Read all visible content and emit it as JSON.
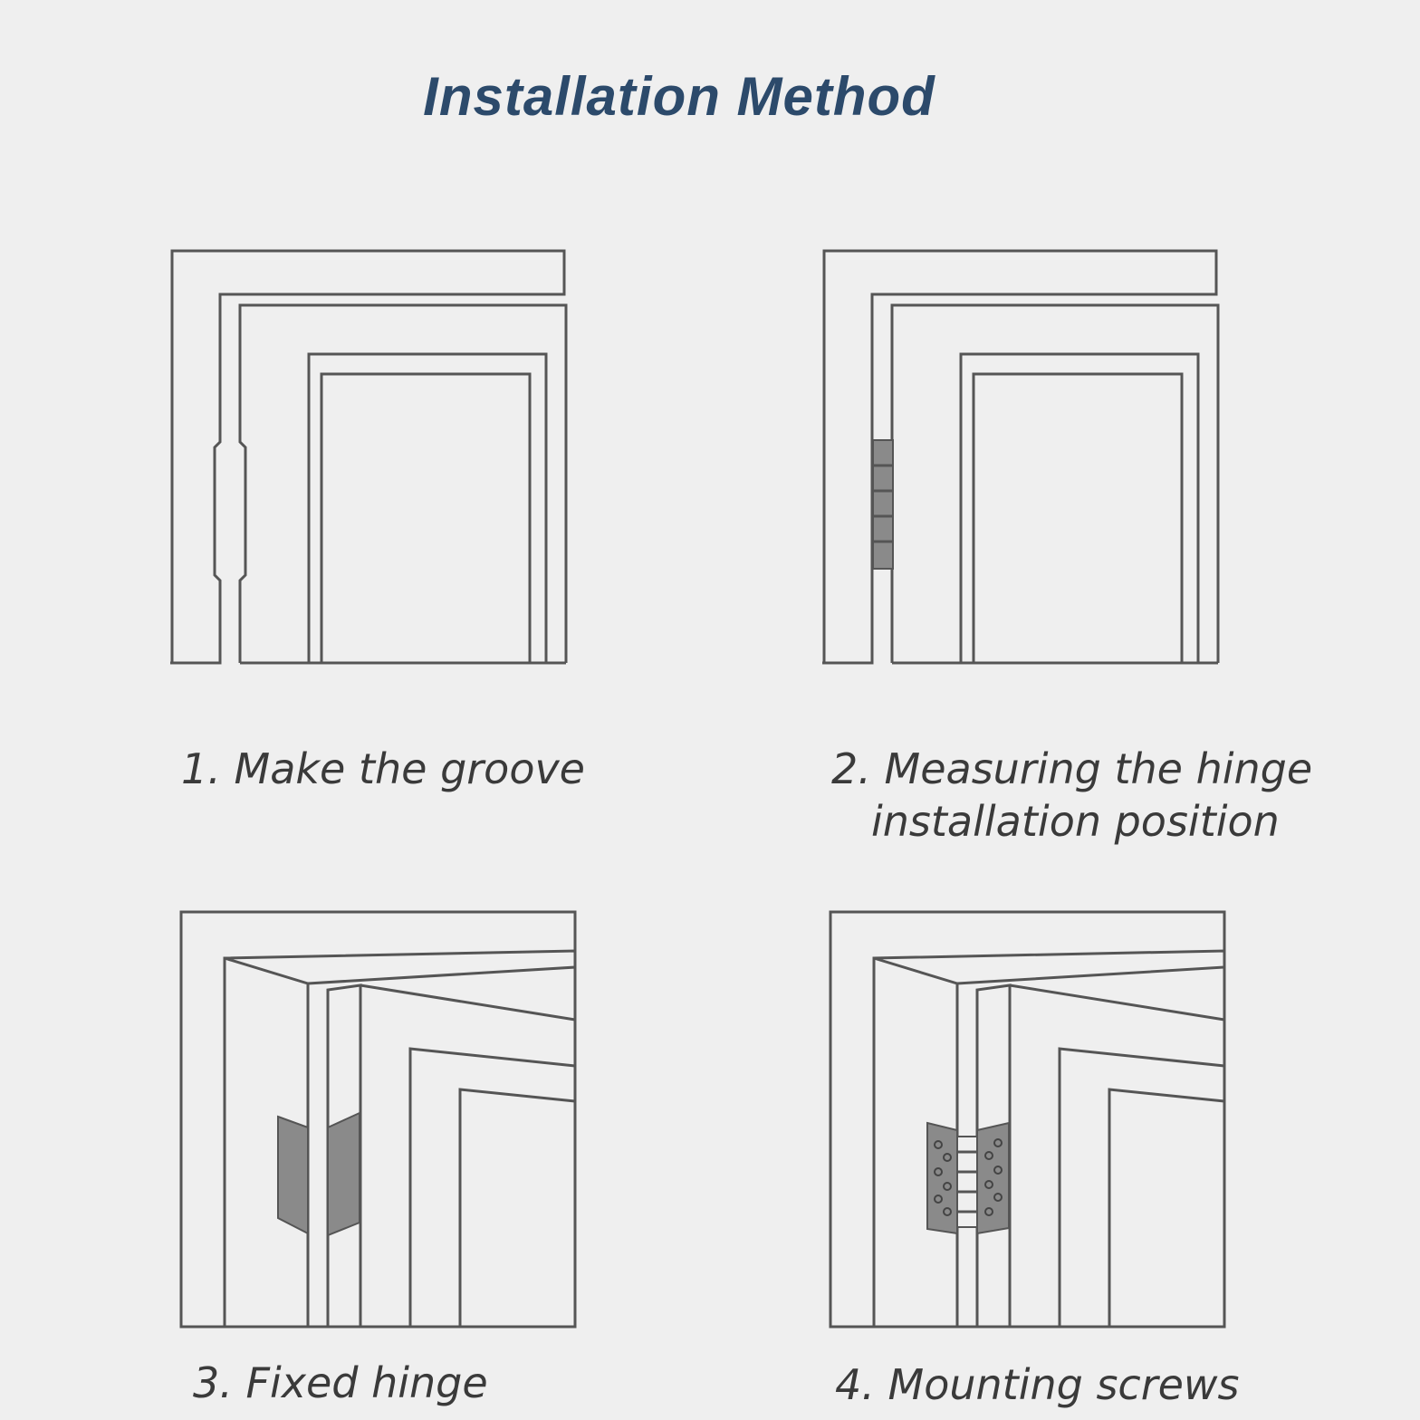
{
  "title": "Installation Method",
  "steps": [
    {
      "label": "1. Make the groove"
    },
    {
      "label_line1": "2. Measuring the hinge",
      "label_line2": "installation position"
    },
    {
      "label": "3. Fixed hinge"
    },
    {
      "label": "4. Mounting screws"
    }
  ],
  "colors": {
    "title": "#2c4a6b",
    "background": "#efefef",
    "line": "#555555",
    "hinge": "#8a8a8a"
  }
}
